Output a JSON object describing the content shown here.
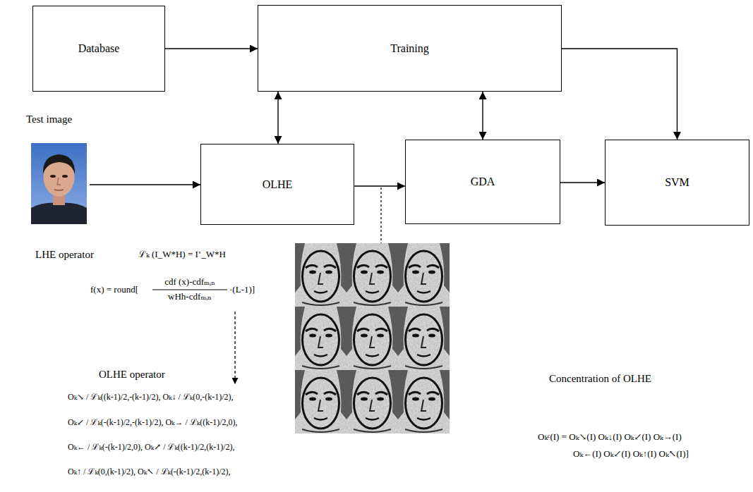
{
  "diagram": {
    "nodes": [
      {
        "text": [
          "Database"
        ]
      },
      {
        "text": [
          "Training"
        ]
      },
      {
        "text": [
          "Test image"
        ]
      },
      {
        "text": [
          "OLHE"
        ]
      },
      {
        "text": [
          "GDA"
        ]
      },
      {
        "text": [
          "SVM"
        ]
      }
    ],
    "edges": [
      {
        "from": 0,
        "to": 1,
        "arrow": "to"
      },
      {
        "from": 1,
        "to": 3,
        "arrow": "both"
      },
      {
        "from": 1,
        "to": 4,
        "arrow": "both"
      },
      {
        "from": 1,
        "to": 5,
        "arrow": "to"
      },
      {
        "from": 2,
        "to": 3,
        "arrow": "to"
      },
      {
        "from": 3,
        "to": 4,
        "arrow": "to"
      },
      {
        "from": 4,
        "to": 5,
        "arrow": "to"
      }
    ],
    "labels": [
      "LHE operator",
      "ℒₖ (I_W*H) = I’_W*H",
      "f(x) = round[",
      "cdf (x)-cdfₘᵢₙ",
      "wHh-cdfₘᵢₙ",
      "·(L-1)]",
      "OLHE operator",
      "Oₖ↘ / ℒₖ((k-1)/2,-(k-1)/2), Oₖ↓ / ℒₖ(0,-(k-1)/2),",
      "Oₖ↙ / ℒₖ(-(k-1)/2,-(k-1)/2), Oₖ→ / ℒₖ((k-1)/2,0),",
      "Oₖ← / ℒₖ(-(k-1)/2,0), Oₖ↗ / ℒₖ((k-1)/2,(k-1)/2),",
      "Oₖ↑ / ℒₖ(0,(k-1)/2), Oₖ↖ / ℒₖ(-(k-1)/2,(k-1)/2),",
      "Concentration of OLHE",
      "Oₖᶜ(I) = Oₖ↘(I) Oₖ↓(I) Oₖ↙(I) Oₖ→(I)",
      "Oₖ←(I) Oₖ↙(I) Oₖ↑(I) Oₖ↖(I)]"
    ]
  }
}
